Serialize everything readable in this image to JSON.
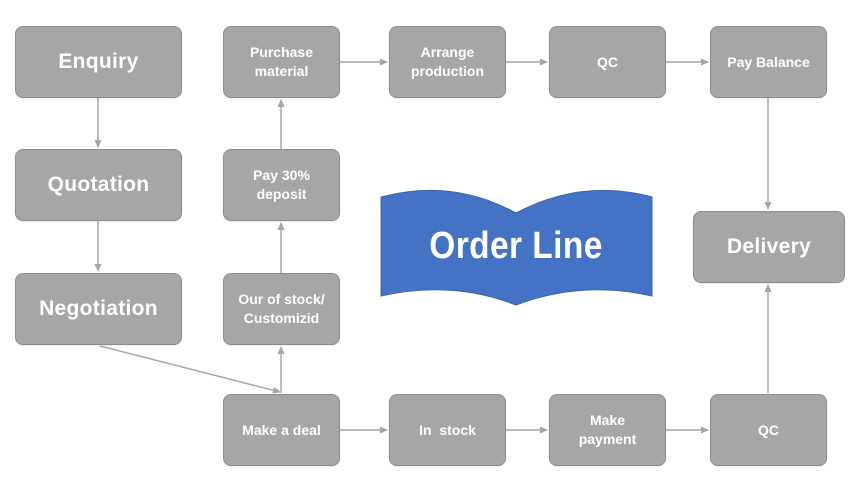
{
  "title": "Order Line",
  "colors": {
    "box_fill": "#a6a6a6",
    "box_border": "#8c8c8c",
    "box_text": "#ffffff",
    "arrow": "#a6a6a6",
    "banner": "#4472c4"
  },
  "nodes": {
    "enquiry": "Enquiry",
    "quotation": "Quotation",
    "negotiation": "Negotiation",
    "purchase_material": "Purchase\nmaterial",
    "pay_deposit": "Pay 30%\ndeposit",
    "our_stock": "Our of stock/\nCustomizid",
    "make_deal": "Make a deal",
    "arrange_production": "Arrange\nproduction",
    "qc_top": "QC",
    "pay_balance": "Pay Balance",
    "delivery": "Delivery",
    "in_stock": "In  stock",
    "make_payment": "Make\npayment",
    "qc_bottom": "QC"
  }
}
